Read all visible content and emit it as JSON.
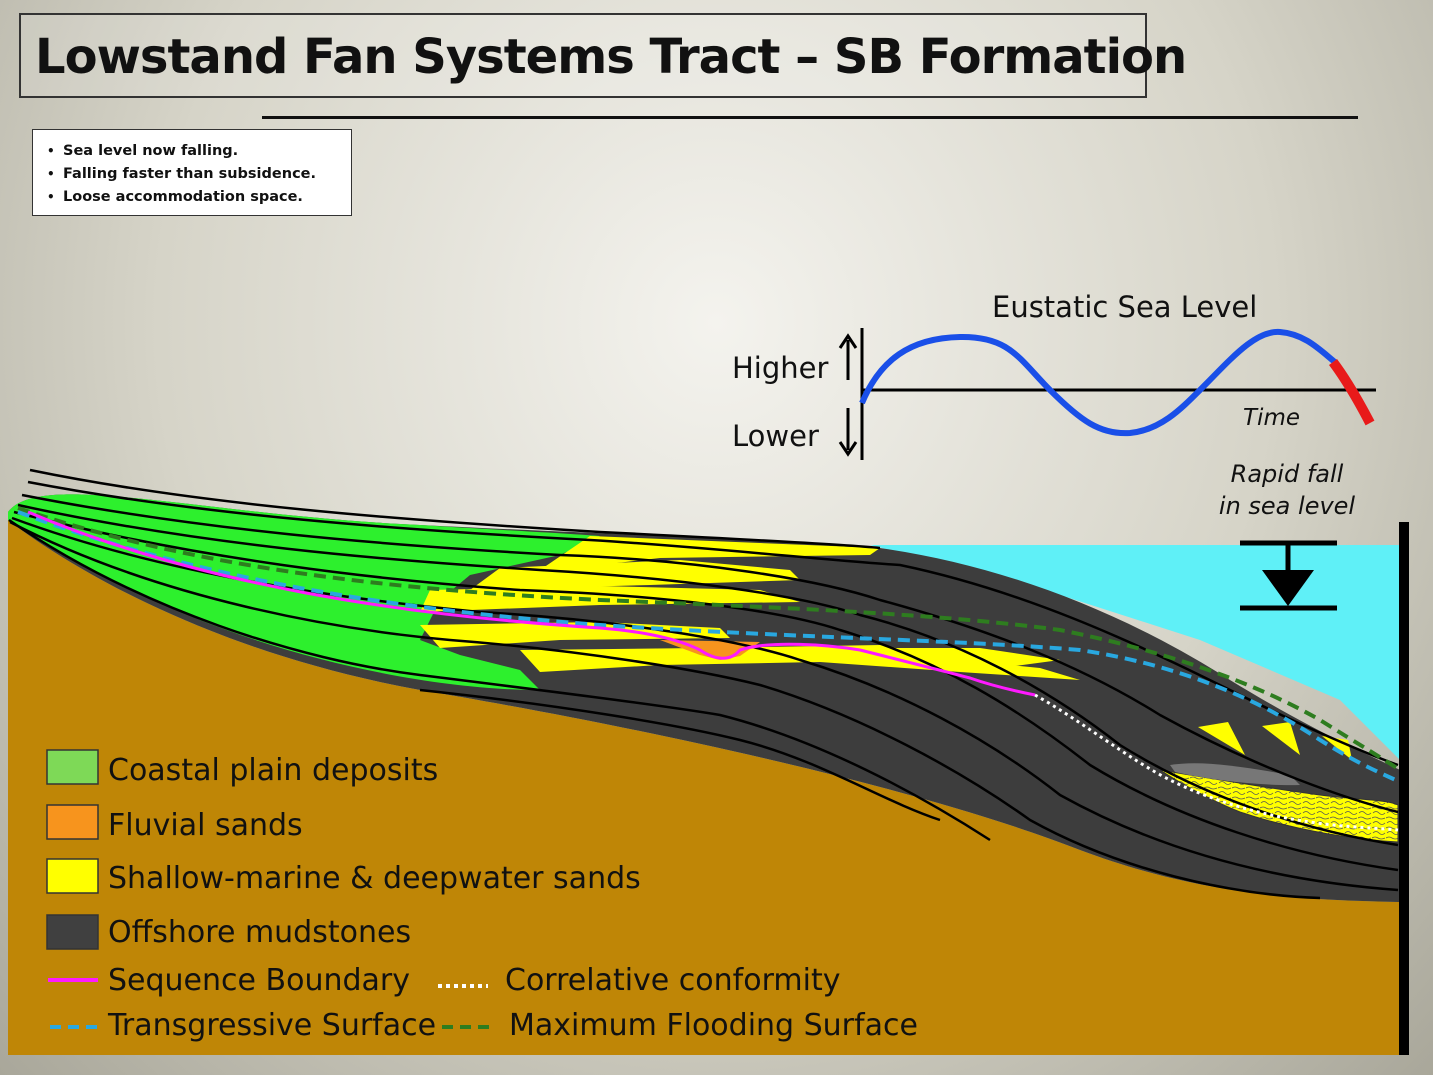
{
  "title": "Lowstand  Fan Systems Tract – SB Formation",
  "bullets": [
    "Sea level now falling.",
    "Falling faster than subsidence.",
    "Loose accommodation space."
  ],
  "sea_level_chart": {
    "title": "Eustatic  Sea Level",
    "higher_label": "Higher",
    "lower_label": "Lower",
    "time_label": "Time",
    "note_line1": "Rapid fall",
    "note_line2": "in sea level",
    "curve_color": "#1a4fe8",
    "falling_segment_color": "#e81a1a"
  },
  "legend": {
    "swatches": [
      {
        "label": "Coastal plain deposits",
        "color": "#7ed957"
      },
      {
        "label": "Fluvial sands",
        "color": "#f7941d"
      },
      {
        "label": "Shallow-marine & deepwater sands",
        "color": "#ffff00"
      },
      {
        "label": "Offshore mudstones",
        "color": "#404040"
      }
    ],
    "lines": [
      {
        "label": "Sequence Boundary",
        "color": "#ff1aff",
        "style": "solid"
      },
      {
        "label": "Correlative conformity",
        "color": "#ffffff",
        "style": "dotted"
      },
      {
        "label": "Transgressive Surface",
        "color": "#29a8e0",
        "style": "dashed"
      },
      {
        "label": "Maximum Flooding Surface",
        "color": "#2e7d1f",
        "style": "dashed"
      }
    ]
  },
  "colors": {
    "basement": "#bf8606",
    "sea": "#5ff0f7",
    "coastal_plain": "#2df02d",
    "sand": "#ffff00",
    "mudstone": "#3d3d3d"
  }
}
